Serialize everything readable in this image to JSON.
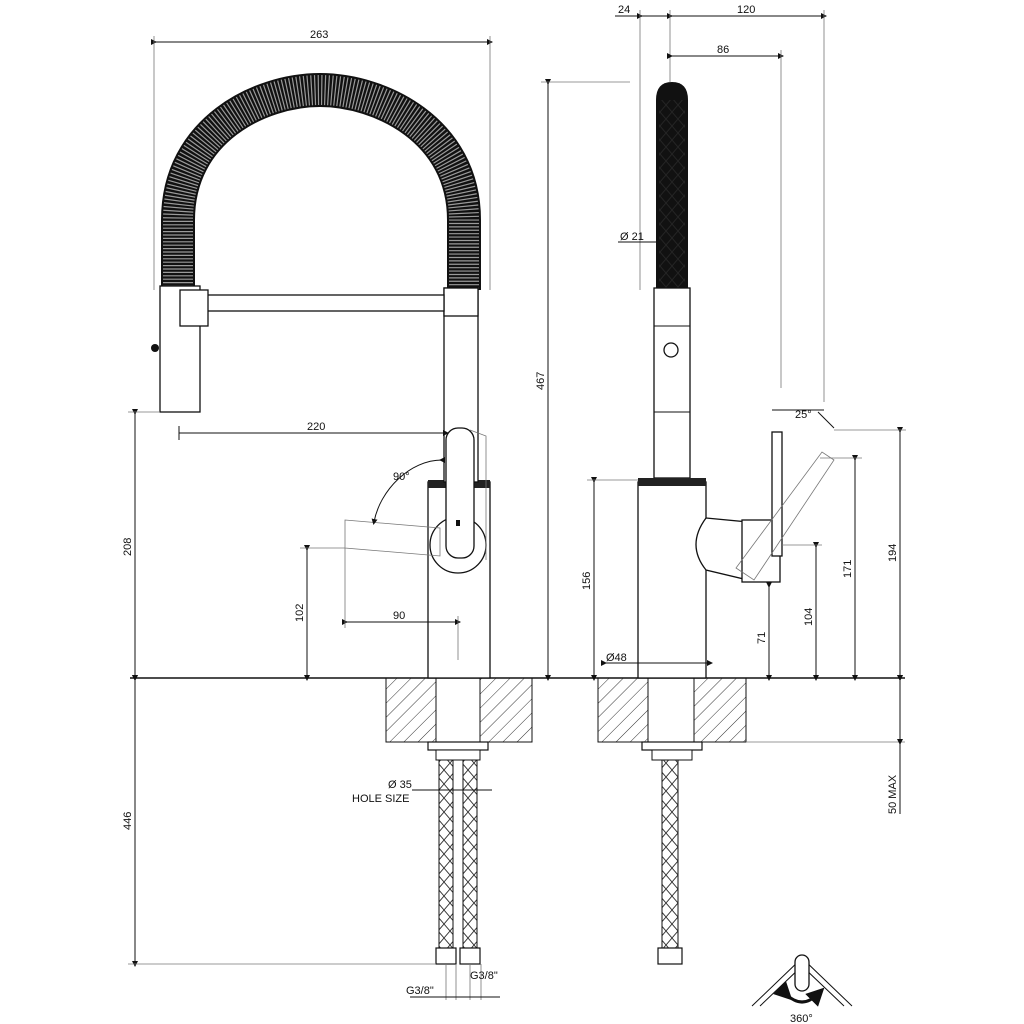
{
  "front_view": {
    "dim_width": "263",
    "dim_reach": "220",
    "dim_lever_rotation": "90°",
    "dim_lever_length": "90",
    "dim_lever_height": "102",
    "dim_spout_height": "208",
    "dim_hose_length": "446",
    "hole_diameter": "Ø 35",
    "hole_label": "HOLE SIZE",
    "thread_left": "G3/8\"",
    "thread_right": "G3/8\""
  },
  "side_view": {
    "dim_top_offset": "24",
    "dim_depth": "120",
    "dim_lever_depth": "86",
    "dim_total_height": "467",
    "dim_hose_diameter": "Ø 21",
    "dim_lever_angle": "25°",
    "dim_body_height": "156",
    "dim_body_diameter": "Ø48",
    "dim_71": "71",
    "dim_104": "104",
    "dim_171": "171",
    "dim_194": "194",
    "dim_deck_max": "50 MAX"
  },
  "rotation_symbol": {
    "label": "360°"
  }
}
